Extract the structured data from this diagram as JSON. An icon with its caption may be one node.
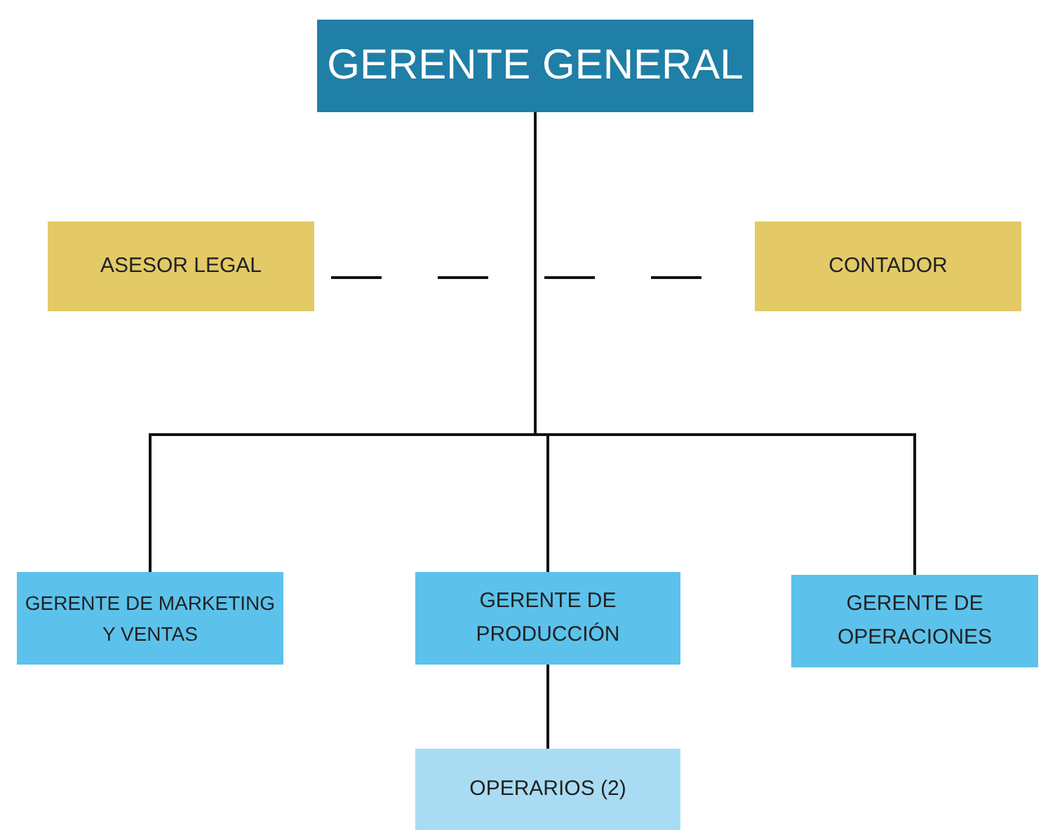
{
  "diagram": {
    "nodes": [
      {
        "text": [
          "GERENTE GENERAL"
        ]
      },
      {
        "text": [
          "ASESOR LEGAL"
        ]
      },
      {
        "text": [
          "CONTADOR"
        ]
      },
      {
        "text": [
          "GERENTE  DE MARKETING Y VENTAS"
        ]
      },
      {
        "text": [
          "GERENTE  DE PRODUCCIÓN"
        ]
      },
      {
        "text": [
          "GERENTE DE OPERACIONES"
        ]
      },
      {
        "text": [
          "OPERARIOS (2)"
        ]
      }
    ],
    "edges": [
      {
        "from": 0,
        "to": 3,
        "arrow": "none"
      },
      {
        "from": 0,
        "to": 4,
        "arrow": "none"
      },
      {
        "from": 0,
        "to": 5,
        "arrow": "none"
      },
      {
        "from": 4,
        "to": 6,
        "arrow": "none"
      },
      {
        "from": 1,
        "to": 2,
        "arrow": "none",
        "style": "dashed"
      }
    ]
  }
}
